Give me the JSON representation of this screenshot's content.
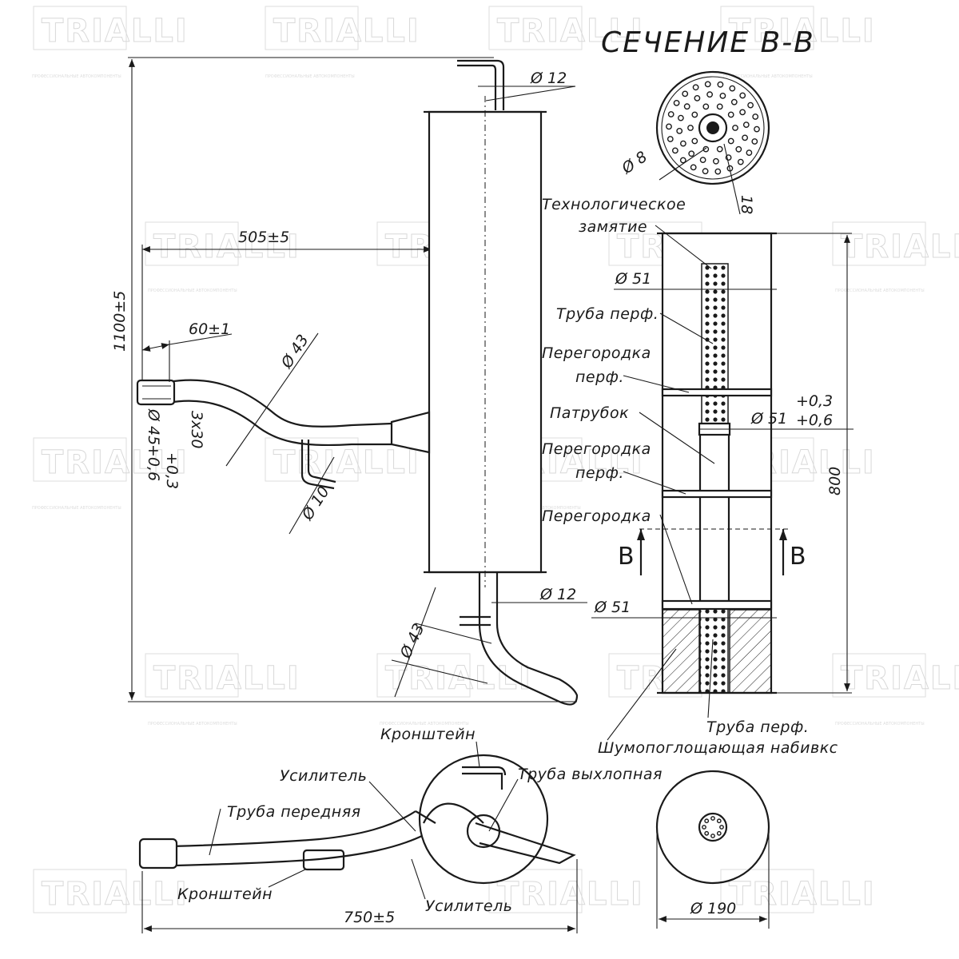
{
  "brand": {
    "watermark": "TRIALLI",
    "watermark_sub": "ПРОФЕССИОНАЛЬНЫЕ АВТОКОМПОНЕНТЫ"
  },
  "section": {
    "title": "СЕЧЕНИЕ В-В",
    "marker_left": "В",
    "marker_right": "В"
  },
  "dimensions": {
    "d12_top": "Ø 12",
    "len_505": "505±5",
    "len_1100": "1100±5",
    "len_60": "60±1",
    "d43_upper": "Ø 43",
    "d45_main": "Ø 45",
    "d45_tol": "+0,6",
    "d45_tol2": "+0,3",
    "slot_3x30": "3х30",
    "d10": "Ø 10",
    "d12_bottom": "Ø 12",
    "d43_lower": "Ø 43",
    "d8": "Ø 8",
    "n18": "18",
    "d51_upper": "Ø 51",
    "d51_mid_main": "Ø 51",
    "d51_mid_tol_up": "+0,3",
    "d51_mid_tol_low": "+0,6",
    "d51_lower": "Ø 51",
    "len_800": "800",
    "len_750": "750±5",
    "d190": "Ø 190"
  },
  "callouts": {
    "tech_crimp_1": "Технологическое",
    "tech_crimp_2": "замятие",
    "perf_pipe_top": "Труба перф.",
    "baffle_perf_1a": "Перегородка",
    "baffle_perf_1b": "перф.",
    "spigot": "Патрубок",
    "baffle_perf_2a": "Перегородка",
    "baffle_perf_2b": "перф.",
    "baffle": "Перегородка",
    "perf_pipe_bottom": "Труба перф.",
    "packing": "Шумопоглощающая набивкс",
    "bracket_top": "Кронштейн",
    "reinforcement_top": "Усилитель",
    "exhaust_pipe": "Труба выхлопная",
    "front_pipe": "Труба передняя",
    "bracket_bottom": "Кронштейн",
    "reinforcement_bottom": "Усилитель"
  }
}
